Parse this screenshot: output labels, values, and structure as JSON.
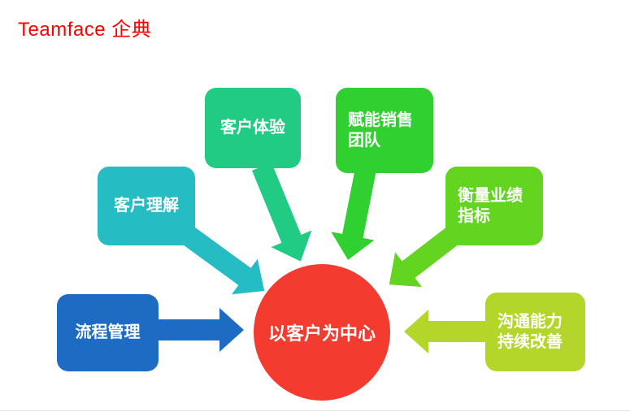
{
  "header": {
    "brand": "Teamface 企典",
    "brand_color": "#fd0000"
  },
  "diagram": {
    "background": "#ffffff",
    "center": {
      "label": "以客户为中心",
      "color": "#f43b30",
      "text_color": "#ffffff"
    },
    "nodes": [
      {
        "id": "process-management",
        "label": "流程管理",
        "color": "#1e6bc4",
        "position": "left",
        "arrow_direction": "right-to-center"
      },
      {
        "id": "customer-understanding",
        "label": "客户理解",
        "color": "#25bdc3",
        "position": "upper-left",
        "arrow_direction": "down-right-to-center"
      },
      {
        "id": "customer-experience",
        "label": "客户体验",
        "color": "#22cb84",
        "position": "top-left",
        "arrow_direction": "down-to-center"
      },
      {
        "id": "enable-sales-team",
        "label": "赋能销售\n团队",
        "color": "#2fd02f",
        "position": "top-right",
        "arrow_direction": "down-to-center"
      },
      {
        "id": "measure-kpi",
        "label": "衡量业绩\n指标",
        "color": "#63d41f",
        "position": "upper-right",
        "arrow_direction": "down-left-to-center"
      },
      {
        "id": "communication-improve",
        "label": "沟通能力\n持续改善",
        "color": "#b4d62b",
        "position": "right",
        "arrow_direction": "left-to-center"
      }
    ]
  }
}
